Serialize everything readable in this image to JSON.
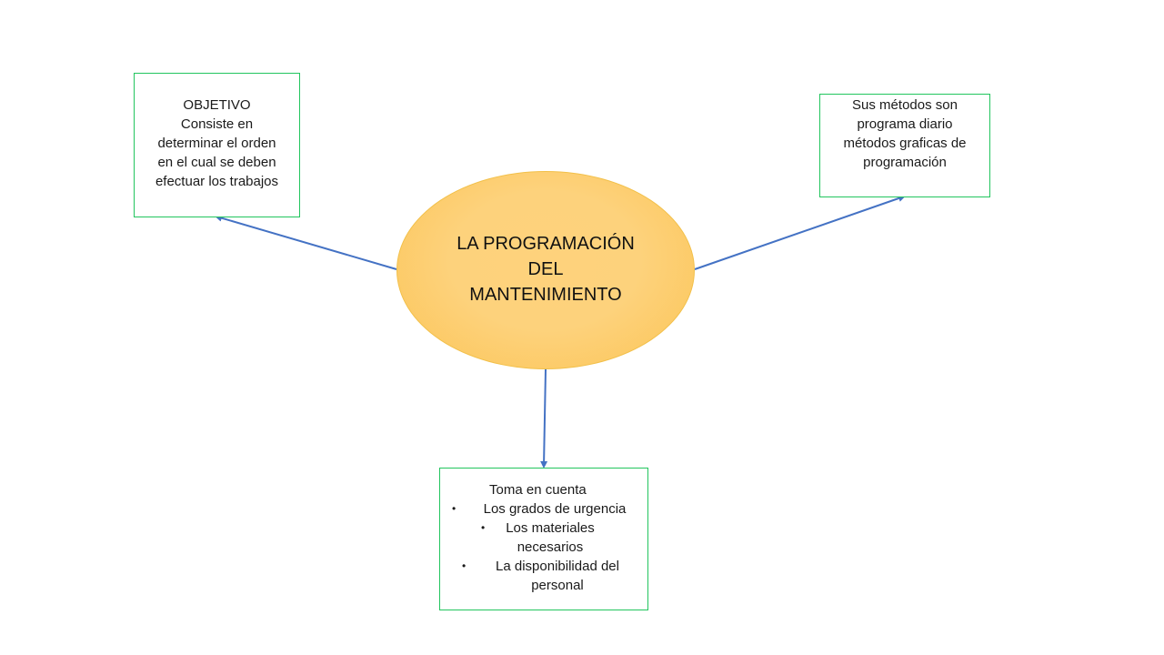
{
  "colors": {
    "connector": "#4472c4",
    "box_border": "#22c55e",
    "ellipse_fill": "#fdd27c",
    "ellipse_edge": "#fcc455"
  },
  "center": {
    "lines": [
      "LA PROGRAMACIÓN",
      "DEL",
      "MANTENIMIENTO"
    ]
  },
  "objetivo": {
    "lines": [
      "OBJETIVO",
      "Consiste en",
      "determinar el orden",
      "en el cual se deben",
      "efectuar los trabajos"
    ]
  },
  "metodos": {
    "lines": [
      "Sus métodos son",
      "programa diario",
      "métodos graficas de",
      "programación"
    ]
  },
  "toma": {
    "heading": "Toma en cuenta",
    "bullet": "•",
    "items": [
      "Los grados de urgencia",
      "Los materiales necesarios",
      "La disponibilidad del personal"
    ]
  }
}
